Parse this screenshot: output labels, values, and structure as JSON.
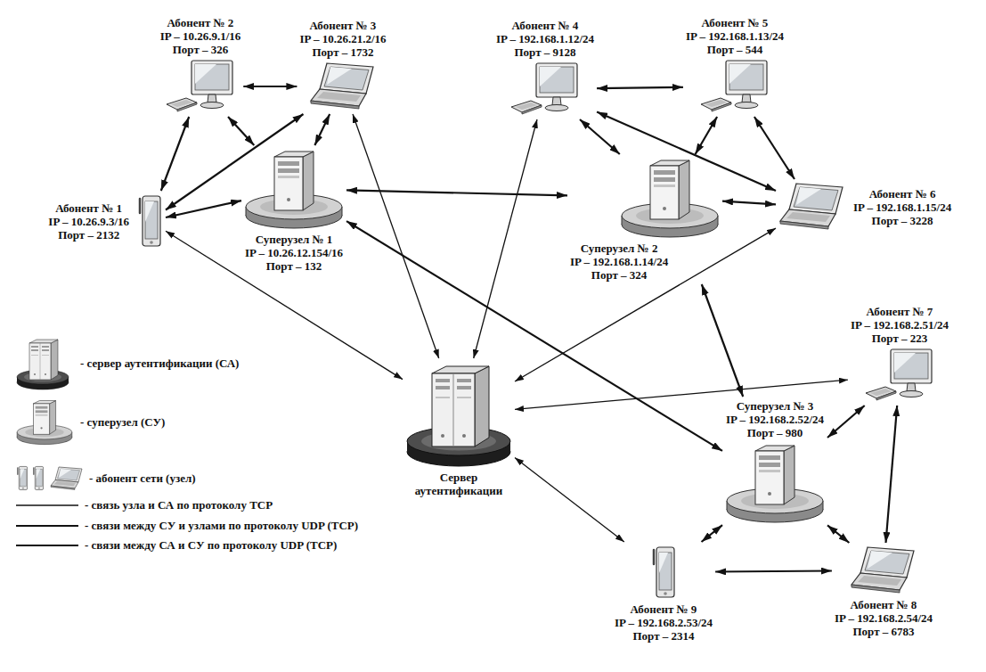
{
  "diagram": {
    "nodes": [
      {
        "text": [
          "Абонент № 2",
          "IP – 10.26.9.1/16",
          "Порт – 326"
        ]
      },
      {
        "text": [
          "Абонент № 3",
          "IP – 10.26.21.2/16",
          "Порт – 1732"
        ]
      },
      {
        "text": [
          "Абонент № 4",
          "IP – 192.168.1.12/24",
          "Порт – 9128"
        ]
      },
      {
        "text": [
          "Абонент № 5",
          "IP – 192.168.1.13/24",
          "Порт – 544"
        ]
      },
      {
        "text": [
          "Абонент № 1",
          "IP – 10.26.9.3/16",
          "Порт – 2132"
        ]
      },
      {
        "text": [
          "Абонент № 6",
          "IP – 192.168.1.15/24",
          "Порт – 3228"
        ]
      },
      {
        "text": [
          "Суперузел № 1",
          "IP – 10.26.12.154/16",
          "Порт – 132"
        ]
      },
      {
        "text": [
          "Суперузел № 2",
          "IP – 192.168.1.14/24",
          "Порт – 324"
        ]
      },
      {
        "text": [
          "Абонент № 7",
          "IP – 192.168.2.51/24",
          "Порт – 223"
        ]
      },
      {
        "text": [
          "Суперузел № 3",
          "IP – 192.168.2.52/24",
          "Порт – 980"
        ]
      },
      {
        "text": [
          "Сервер аутентификации"
        ]
      },
      {
        "text": [
          "Абонент № 9",
          "IP – 192.168.2.53/24",
          "Порт – 2314"
        ]
      },
      {
        "text": [
          "Абонент № 8",
          "IP – 192.168.2.54/24",
          "Порт – 6783"
        ]
      }
    ],
    "edges": [
      {
        "from": 0,
        "to": 1,
        "arrow": "both"
      },
      {
        "from": 4,
        "to": 0,
        "arrow": "both"
      },
      {
        "from": 4,
        "to": 1,
        "arrow": "both"
      },
      {
        "from": 4,
        "to": 6,
        "arrow": "both"
      },
      {
        "from": 0,
        "to": 6,
        "arrow": "both"
      },
      {
        "from": 1,
        "to": 6,
        "arrow": "both"
      },
      {
        "from": 6,
        "to": 7,
        "arrow": "both"
      },
      {
        "from": 2,
        "to": 3,
        "arrow": "both"
      },
      {
        "from": 2,
        "to": 7,
        "arrow": "both"
      },
      {
        "from": 3,
        "to": 7,
        "arrow": "both"
      },
      {
        "from": 2,
        "to": 5,
        "arrow": "both"
      },
      {
        "from": 3,
        "to": 5,
        "arrow": "both"
      },
      {
        "from": 7,
        "to": 5,
        "arrow": "both"
      },
      {
        "from": 7,
        "to": 9,
        "arrow": "both"
      },
      {
        "from": 6,
        "to": 9,
        "arrow": "both"
      },
      {
        "from": 8,
        "to": 9,
        "arrow": "both"
      },
      {
        "from": 8,
        "to": 12,
        "arrow": "both"
      },
      {
        "from": 9,
        "to": 12,
        "arrow": "both"
      },
      {
        "from": 9,
        "to": 11,
        "arrow": "both"
      },
      {
        "from": 11,
        "to": 12,
        "arrow": "both"
      },
      {
        "from": 4,
        "to": 10,
        "arrow": "both"
      },
      {
        "from": 1,
        "to": 10,
        "arrow": "both"
      },
      {
        "from": 2,
        "to": 10,
        "arrow": "both"
      },
      {
        "from": 5,
        "to": 10,
        "arrow": "both"
      },
      {
        "from": 8,
        "to": 10,
        "arrow": "both"
      },
      {
        "from": 11,
        "to": 10,
        "arrow": "both"
      }
    ],
    "legend": [
      {
        "text": "- сервер аутентификации (СА)"
      },
      {
        "text": "- суперузел (СУ)"
      },
      {
        "text": "- абонент сети (узел)"
      },
      {
        "text": "- связь узла и СА по протоколу TCP"
      },
      {
        "text": "- связи между СУ и узлами по протоколу UDP (TCP)"
      },
      {
        "text": "- связи между СА и СУ по протоколу UDP (TCP)"
      }
    ]
  }
}
